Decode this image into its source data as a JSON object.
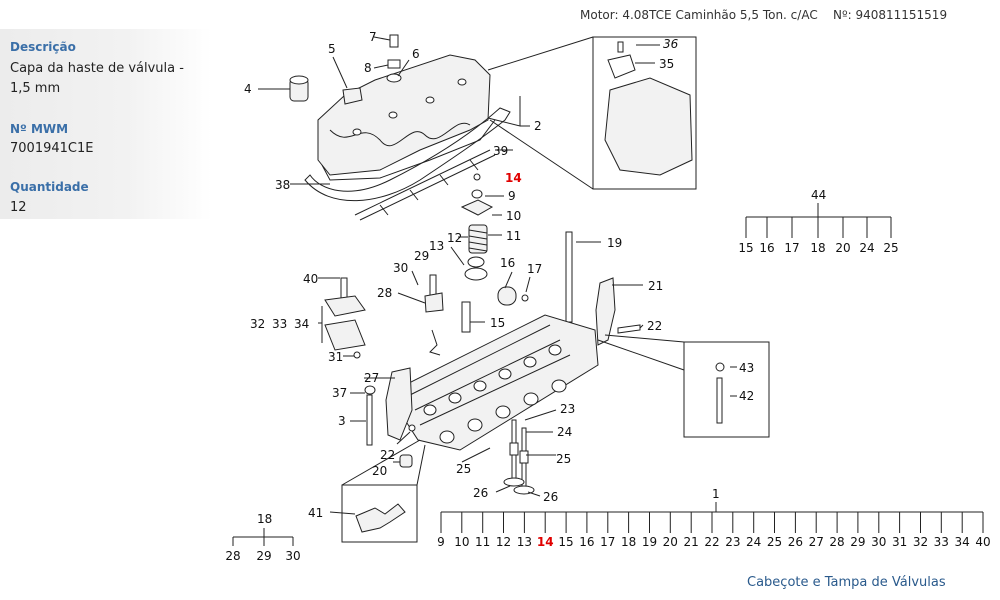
{
  "header": {
    "motor": "Motor: 4.08TCE Caminhão 5,5 Ton. c/AC",
    "numero": "Nº: 940811151519"
  },
  "info": {
    "descricao_label": "Descrição",
    "descricao_value": "Capa da haste de válvula - 1,5 mm",
    "mwm_label": "Nº MWM",
    "mwm_value": "7001941C1E",
    "quantidade_label": "Quantidade",
    "quantidade_value": "12"
  },
  "footer": {
    "title": "Cabeçote e Tampa de Válvulas"
  },
  "highlight_color": "#e00000",
  "callouts": {
    "c1": "1",
    "c2": "2",
    "c3": "3",
    "c4": "4",
    "c5": "5",
    "c6": "6",
    "c7": "7",
    "c8": "8",
    "c9": "9",
    "c10": "10",
    "c11": "11",
    "c12": "12",
    "c13": "13",
    "c14": "14",
    "c15": "15",
    "c16": "16",
    "c17": "17",
    "c19": "19",
    "c20": "20",
    "c21": "21",
    "c22a": "22",
    "c22b": "22",
    "c23": "23",
    "c24": "24",
    "c25a": "25",
    "c25b": "25",
    "c26a": "26",
    "c26b": "26",
    "c27": "27",
    "c28": "28",
    "c29": "29",
    "c30": "30",
    "c31": "31",
    "c32": "32",
    "c33": "33",
    "c34": "34",
    "c35": "35",
    "c36": "36",
    "c37": "37",
    "c38": "38",
    "c39": "39",
    "c40": "40",
    "c41": "41",
    "c42": "42",
    "c43": "43",
    "c44": "44",
    "c18": "18"
  },
  "group44": [
    "15",
    "16",
    "17",
    "18",
    "20",
    "24",
    "25"
  ],
  "group18": [
    "28",
    "29",
    "30"
  ],
  "group1": [
    "9",
    "10",
    "11",
    "12",
    "13",
    "14",
    "15",
    "16",
    "17",
    "18",
    "19",
    "20",
    "21",
    "22",
    "23",
    "24",
    "25",
    "26",
    "27",
    "28",
    "29",
    "30",
    "31",
    "32",
    "33",
    "34",
    "40"
  ],
  "group1_highlight": "14"
}
